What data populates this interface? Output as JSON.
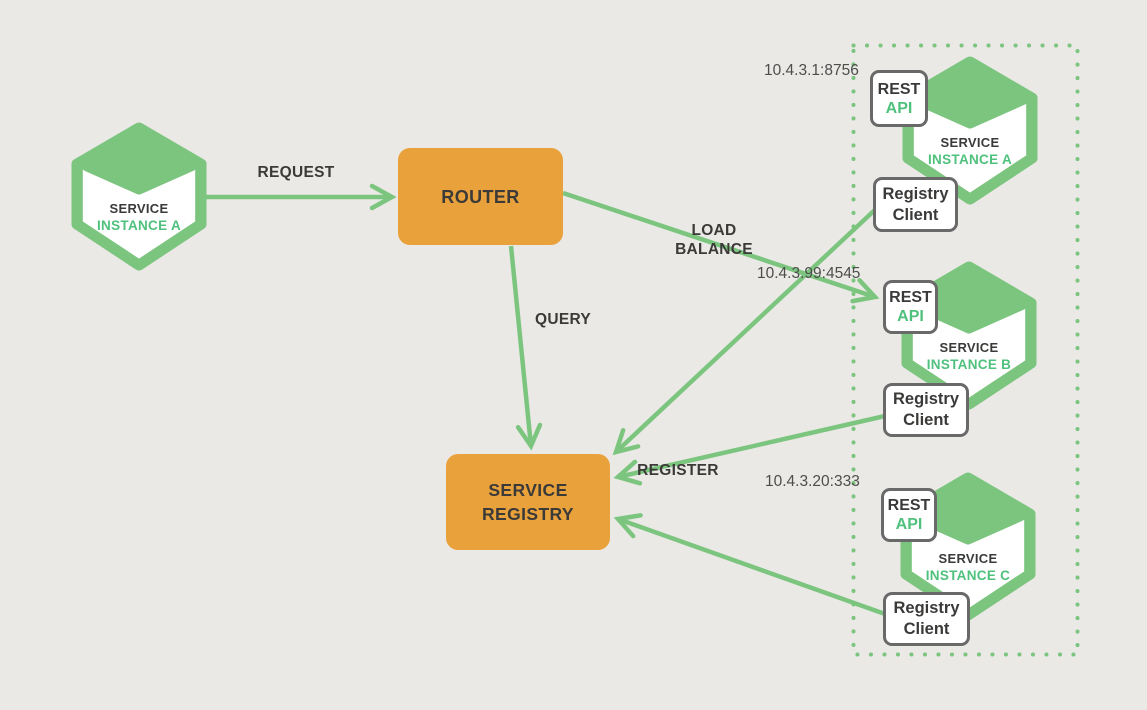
{
  "title": "Service discovery with service registry diagram",
  "colors": {
    "background": "#ebe9e6",
    "green": "#7cc57f",
    "green_text": "#4fc17d",
    "orange": "#e9a23b",
    "dark_text": "#3b3a39",
    "box_border": "#696969",
    "ip_text": "#4d4d4d"
  },
  "client_node": {
    "line1": "SERVICE",
    "line2": "INSTANCE A"
  },
  "router": {
    "label": "ROUTER"
  },
  "registry": {
    "line1": "SERVICE",
    "line2": "REGISTRY"
  },
  "edges": {
    "request": "REQUEST",
    "load_balance": [
      "LOAD",
      "BALANCE"
    ],
    "query": "QUERY",
    "register": "REGISTER"
  },
  "instances": [
    {
      "ip": "10.4.3.1:8756",
      "hex_line1": "SERVICE",
      "hex_line2": "INSTANCE A",
      "rest": [
        "REST",
        "API"
      ],
      "client": [
        "Registry",
        "Client"
      ]
    },
    {
      "ip": "10.4.3.99:4545",
      "hex_line1": "SERVICE",
      "hex_line2": "INSTANCE B",
      "rest": [
        "REST",
        "API"
      ],
      "client": [
        "Registry",
        "Client"
      ]
    },
    {
      "ip": "10.4.3.20:333",
      "hex_line1": "SERVICE",
      "hex_line2": "INSTANCE C",
      "rest": [
        "REST",
        "API"
      ],
      "client": [
        "Registry",
        "Client"
      ]
    }
  ]
}
